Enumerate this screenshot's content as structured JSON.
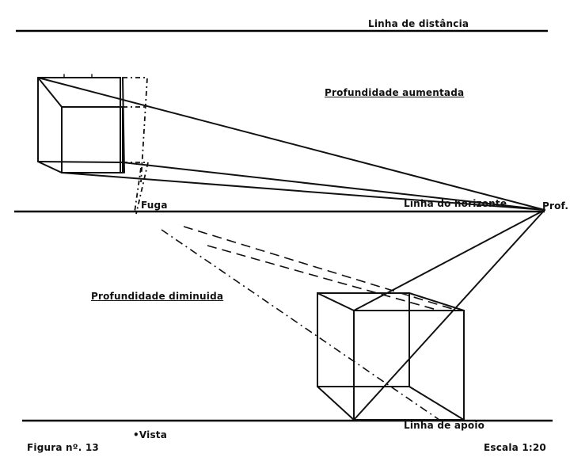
{
  "figure": {
    "title": "Figura nº. 13",
    "scale": "Escala 1:20"
  },
  "labels": {
    "distance_line": "Linha de distância",
    "depth_increased": "Profundidade aumentada",
    "vanishing": "Fuga",
    "horizon_line": "Linha do horizonte",
    "depth_point": "Prof.",
    "depth_decreased": "Profundidade diminuida",
    "support_line": "Linha de apoio",
    "view": "•Vista"
  },
  "colors": {
    "ink": "#111111",
    "paper": "#ffffff"
  }
}
